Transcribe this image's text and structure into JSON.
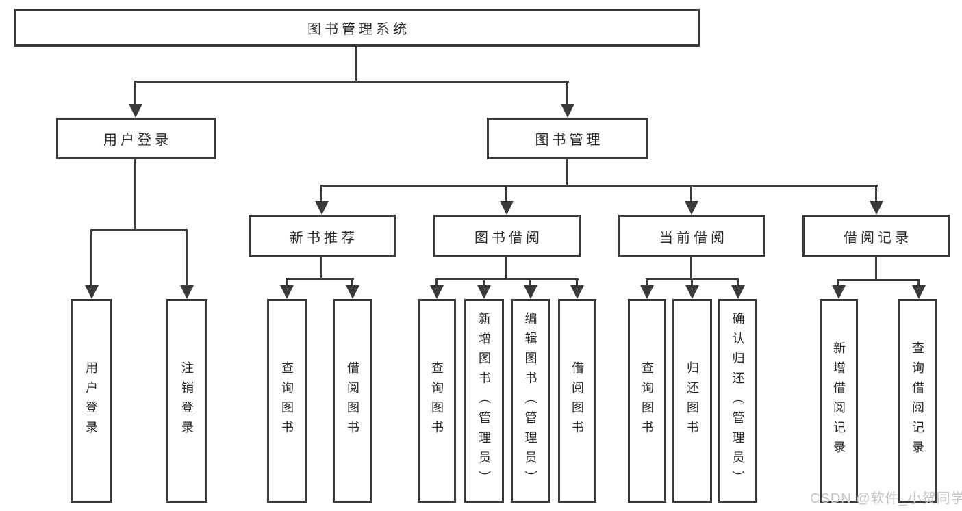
{
  "diagram": {
    "root": "图书管理系统",
    "level2": [
      "用户登录",
      "图书管理"
    ],
    "level3": [
      "新书推荐",
      "图书借阅",
      "当前借阅",
      "借阅记录"
    ],
    "leaves_login": [
      "用户登录",
      "注销登录"
    ],
    "leaves_newbook": [
      "查询图书",
      "借阅图书"
    ],
    "leaves_borrow": [
      "查询图书",
      "新增图书（管理员）",
      "编辑图书（管理员）",
      "借阅图书"
    ],
    "leaves_current": [
      "查询图书",
      "归还图书",
      "确认归还（管理员）"
    ],
    "leaves_records": [
      "新增借阅记录",
      "查询借阅记录"
    ],
    "watermark": "CSDN @软件_小贺同学",
    "colors": {
      "line": "#3a3a3a",
      "text": "#2b2b2b",
      "watermark": "#c4c4c4",
      "background": "#ffffff"
    }
  }
}
